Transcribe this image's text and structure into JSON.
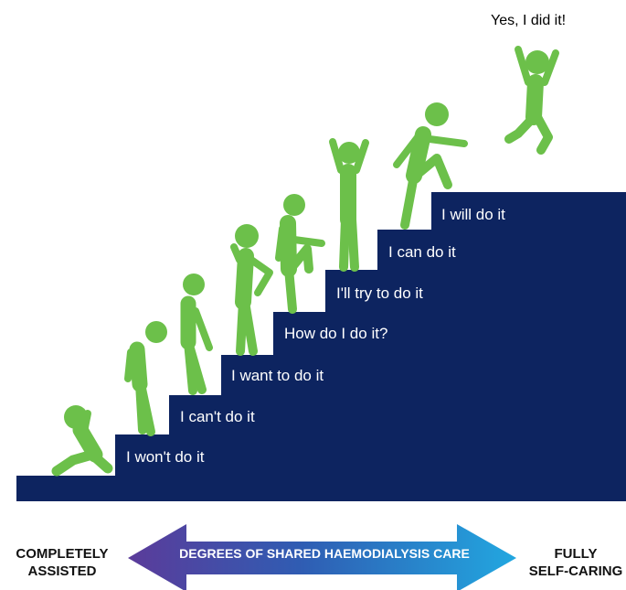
{
  "caption_top": "Yes, I did it!",
  "steps": [
    "I won't do it",
    "I can't do it",
    "I want to do it",
    "How do I do it?",
    "I'll try to do it",
    "I can do it",
    "I will do it"
  ],
  "scale": {
    "left_label_line1": "COMPLETELY",
    "left_label_line2": "ASSISTED",
    "right_label_line1": "FULLY",
    "right_label_line2": "SELF-CARING",
    "arrow_label": "DEGREES OF SHARED HAEMODIALYSIS CARE"
  },
  "figures": [
    "sitting-figure-icon",
    "slouching-figure-icon",
    "slouching-figure-icon",
    "thinking-figure-icon",
    "climbing-figure-icon",
    "arms-raised-figure-icon",
    "striding-figure-icon",
    "jumping-figure-icon"
  ],
  "colors": {
    "stairs": "#0d2460",
    "figures": "#6cc04a",
    "arrow_left": "#5b3b9a",
    "arrow_right": "#22a7e0",
    "text_on_stairs": "#ffffff"
  }
}
